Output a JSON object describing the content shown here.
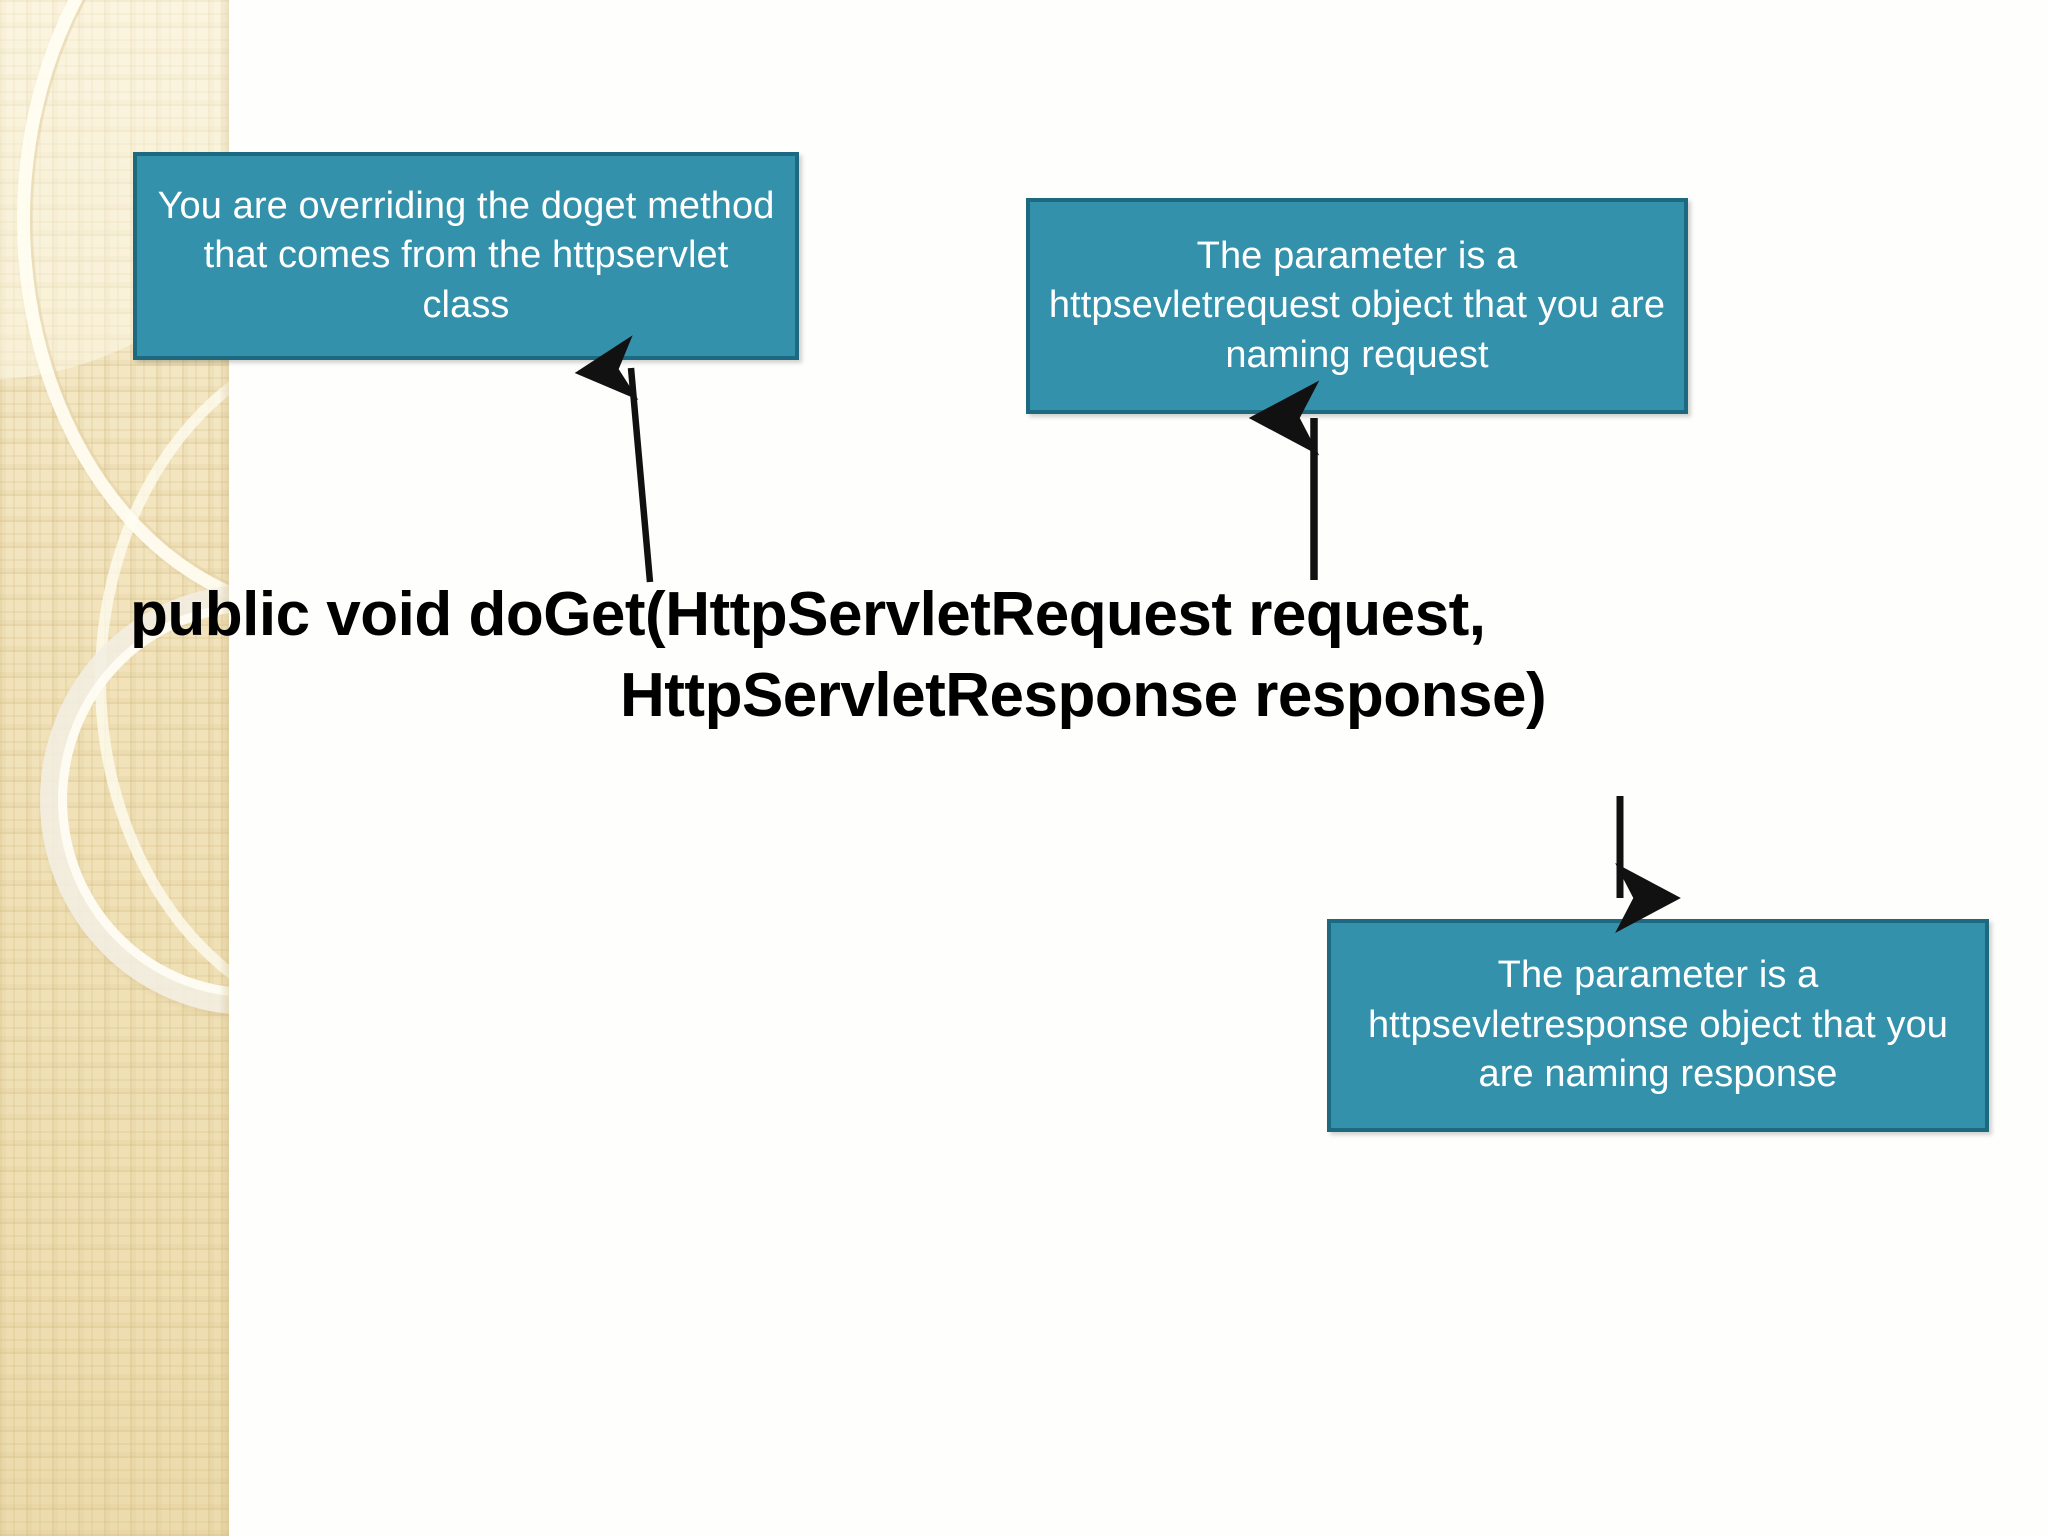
{
  "slide": {
    "background_color": "#fefefc",
    "accent_color": "#3391ac",
    "accent_border_color": "#1d6a80",
    "sidebar_color": "#f1e2ba",
    "code_text_color": "#000000"
  },
  "code": {
    "line1": "public void doGet(HttpServletRequest request,",
    "line2": "HttpServletResponse response)"
  },
  "callouts": [
    {
      "id": "doget",
      "text": "You are overriding  the doget method that comes from the httpservlet class",
      "points_to": "doGet"
    },
    {
      "id": "request",
      "text": "The parameter  is a httpsevletrequest object that you are naming request",
      "points_to": "HttpServletRequest request"
    },
    {
      "id": "response",
      "text": "The parameter  is a httpsevletresponse object that you are naming response",
      "points_to": "HttpServletResponse response"
    }
  ],
  "arrows": [
    {
      "id": "arrow-doget",
      "direction": "up"
    },
    {
      "id": "arrow-request",
      "direction": "up"
    },
    {
      "id": "arrow-response",
      "direction": "down"
    }
  ]
}
